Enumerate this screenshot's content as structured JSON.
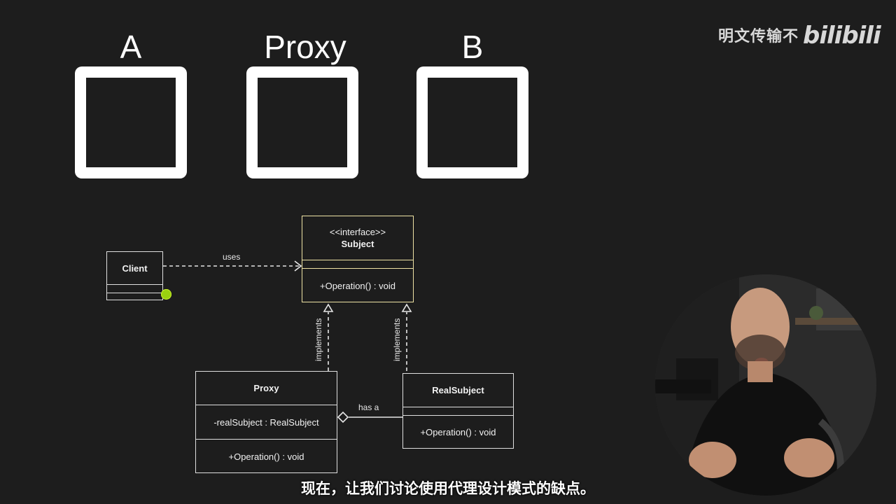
{
  "slide": {
    "titles": [
      "A",
      "Proxy",
      "B"
    ]
  },
  "watermark": {
    "text": "明文传输不",
    "logo": "bilibili"
  },
  "uml": {
    "subject": {
      "stereotype": "<<interface>>",
      "name": "Subject",
      "method": "+Operation() : void"
    },
    "client": {
      "name": "Client"
    },
    "proxy": {
      "name": "Proxy",
      "field": "-realSubject : RealSubject",
      "method": "+Operation() : void"
    },
    "real_subject": {
      "name": "RealSubject",
      "method": "+Operation() : void"
    },
    "edges": {
      "uses": "uses",
      "implements_left": "implements",
      "implements_right": "implements",
      "has_a": "has a"
    }
  },
  "subtitle": "现在，让我们讨论使用代理设计模式的缺点。",
  "colors": {
    "background": "#1d1d1d",
    "box_border": "#ffffff",
    "subject_border": "#efe3a4",
    "pointer": "#9ad10f"
  }
}
